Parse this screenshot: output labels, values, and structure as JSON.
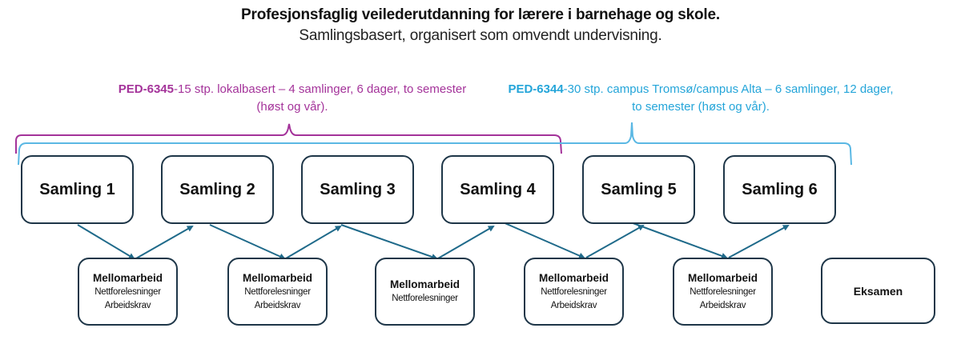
{
  "header": {
    "title": "Profesjonsfaglig veilederutdanning for lærere i barnehage og skole.",
    "subtitle": "Samlingsbasert, organisert som omvendt undervisning."
  },
  "courses": [
    {
      "code": "PED-6345",
      "description_line1": "-15 stp. lokalbasert – 4 samlinger, 6 dager, to semester",
      "description_line2": "(høst og vår).",
      "color": "#A4339A",
      "covers": [
        "Samling 1",
        "Samling 2",
        "Samling 3",
        "Samling 4"
      ]
    },
    {
      "code": "PED-6344",
      "description_line1": "-30 stp. campus Tromsø/campus Alta – 6 samlinger, 12 dager,",
      "description_line2": "to semester (høst og vår).",
      "color": "#24A5D9",
      "covers": [
        "Samling 1",
        "Samling 2",
        "Samling 3",
        "Samling 4",
        "Samling 5",
        "Samling 6"
      ]
    }
  ],
  "samlinger": [
    {
      "label": "Samling 1"
    },
    {
      "label": "Samling 2"
    },
    {
      "label": "Samling 3"
    },
    {
      "label": "Samling 4"
    },
    {
      "label": "Samling 5"
    },
    {
      "label": "Samling 6"
    }
  ],
  "mellomarbeid": [
    {
      "title": "Mellomarbeid",
      "lines": [
        "Nettforelesninger",
        "Arbeidskrav"
      ]
    },
    {
      "title": "Mellomarbeid",
      "lines": [
        "Nettforelesninger",
        "Arbeidskrav"
      ]
    },
    {
      "title": "Mellomarbeid",
      "lines": [
        "Nettforelesninger"
      ]
    },
    {
      "title": "Mellomarbeid",
      "lines": [
        "Nettforelesninger",
        "Arbeidskrav"
      ]
    },
    {
      "title": "Mellomarbeid",
      "lines": [
        "Nettforelesninger",
        "Arbeidskrav"
      ]
    }
  ],
  "exam": {
    "label": "Eksamen"
  },
  "colors": {
    "arrow": "#1f6a8a",
    "box_border": "#1e3648"
  }
}
